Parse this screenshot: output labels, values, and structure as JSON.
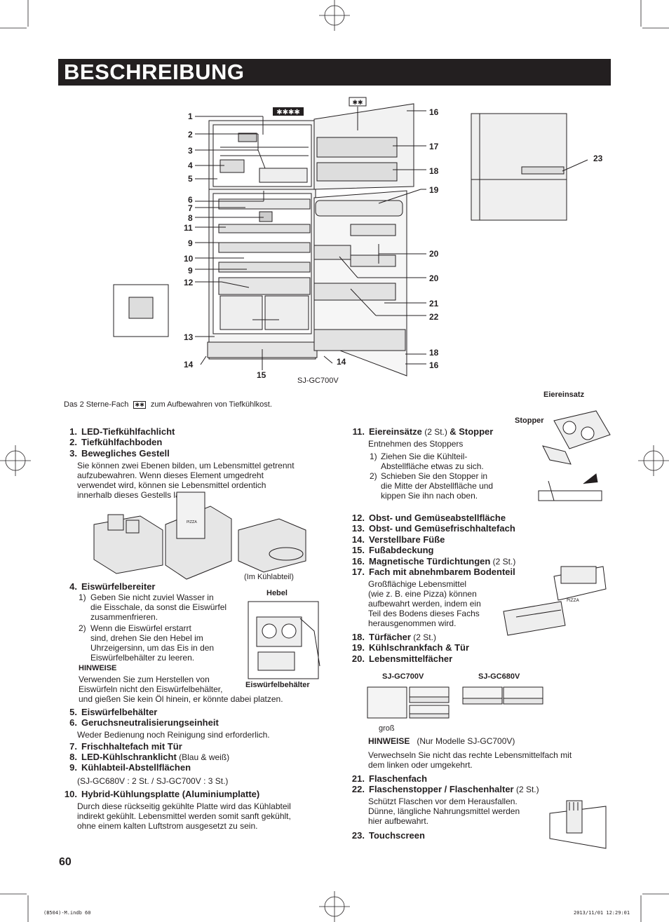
{
  "title": "BESCHREIBUNG",
  "model_caption": "SJ-GC700V",
  "diagram_callouts": [
    "1",
    "2",
    "3",
    "4",
    "5",
    "6",
    "7",
    "8",
    "11",
    "9",
    "10",
    "9",
    "12",
    "13",
    "14",
    "15",
    "14",
    "16",
    "17",
    "18",
    "19",
    "20",
    "20",
    "21",
    "22",
    "18",
    "16",
    "23"
  ],
  "two_star_note": {
    "before": "Das 2 Sterne-Fach",
    "after": "zum Aufbewahren von Tiefkühlkost."
  },
  "left_items": [
    {
      "n": "1.",
      "label": "LED-Tiefkühlfachlicht"
    },
    {
      "n": "2.",
      "label": "Tiefkühlfachboden"
    },
    {
      "n": "3.",
      "label": "Bewegliches Gestell"
    }
  ],
  "item3_text": [
    "Sie können zwei Ebenen bilden, um Lebensmittel getrennt",
    "aufzubewahren. Wenn dieses Element umgedreht",
    "verwendet wird, können sie Lebensmittel ordentich",
    "innerhalb dieses Gestells lagern."
  ],
  "im_kuehlabteil": "(Im Kühlabteil)",
  "item4": {
    "n": "4.",
    "label": "Eiswürfelbereiter"
  },
  "item4_steps": [
    {
      "n": "1)",
      "lines": [
        "Geben Sie nicht zuviel Wasser in",
        "die Eisschale, da sonst die Eiswürfel",
        "zusammenfrieren."
      ]
    },
    {
      "n": "2)",
      "lines": [
        "Wenn die Eiswürfel erstarrt",
        "sind, drehen Sie den Hebel im",
        "Uhrzeigersinn, um das Eis in den",
        "Eiswürfelbehälter zu leeren."
      ]
    }
  ],
  "hinweise": "HINWEISE",
  "item4_note": [
    "Verwenden Sie zum Herstellen von",
    "Eiswürfeln nicht den Eiswürfelbehälter,",
    "und gießen Sie kein Öl hinein, er könnte dabei platzen."
  ],
  "hebel": "Hebel",
  "eiswuerfelbehaelter": "Eiswürfelbehälter",
  "items_5_9": [
    {
      "n": "5.",
      "label": "Eiswürfelbehälter",
      "suffix": ""
    },
    {
      "n": "6.",
      "label": "Geruchsneutralisierungseinheit",
      "suffix": ""
    },
    {
      "n": "7.",
      "label": "Frischhaltefach mit Tür",
      "suffix": ""
    },
    {
      "n": "8.",
      "label": "LED-Kühlschranklicht",
      "suffix": " (Blau & weiß)"
    },
    {
      "n": "9.",
      "label": "Kühlabteil-Abstellflächen",
      "suffix": ""
    }
  ],
  "item6_text": "Weder Bedienung noch Reinigung sind erforderlich.",
  "item9_text": "(SJ-GC680V : 2 St. / SJ-GC700V : 3 St.)",
  "item10": {
    "n": "10.",
    "label": "Hybrid-Kühlungsplatte (Aluminiumplatte)"
  },
  "item10_text": [
    "Durch diese rückseitig gekühlte Platte wird das Kühlabteil",
    "indirekt gekühlt. Lebensmittel werden somit sanft gekühlt,",
    "ohne einem kalten Luftstrom ausgesetzt zu sein."
  ],
  "item11": {
    "n": "11.",
    "label": "Eiereinsätze",
    "mid": " (2 St.) ",
    "label2": "& Stopper"
  },
  "item11_sub": "Entnehmen des Stoppers",
  "item11_steps": [
    {
      "n": "1)",
      "lines": [
        "Ziehen Sie die Kühlteil-",
        "Abstellfläche etwas zu sich."
      ]
    },
    {
      "n": "2)",
      "lines": [
        "Schieben Sie den Stopper in",
        "die Mitte der Abstellfläche und",
        "kippen Sie ihn nach oben."
      ]
    }
  ],
  "eiereinsatz": "Eiereinsatz",
  "stopper": "Stopper",
  "items_12_17": [
    {
      "n": "12.",
      "label": "Obst- und Gemüseabstellfläche",
      "suffix": ""
    },
    {
      "n": "13.",
      "label": "Obst- und Gemüsefrischhaltefach",
      "suffix": ""
    },
    {
      "n": "14.",
      "label": "Verstellbare Füße",
      "suffix": ""
    },
    {
      "n": "15.",
      "label": "Fußabdeckung",
      "suffix": ""
    },
    {
      "n": "16.",
      "label": "Magnetische Türdichtungen",
      "suffix": " (2 St.)"
    },
    {
      "n": "17.",
      "label": "Fach mit abnehmbarem Bodenteil",
      "suffix": ""
    }
  ],
  "item17_text": [
    "Großflächige Lebensmittel",
    "(wie z. B. eine Pizza) können",
    "aufbewahrt werden, indem ein",
    "Teil des Bodens dieses Fachs",
    "herausgenommen wird."
  ],
  "pizza": "PIZZA",
  "items_18_20": [
    {
      "n": "18.",
      "label": "Türfächer",
      "suffix": " (2 St.)"
    },
    {
      "n": "19.",
      "label": "Kühlschrankfach & Tür",
      "suffix": ""
    },
    {
      "n": "20.",
      "label": "Lebensmittelfächer",
      "suffix": ""
    }
  ],
  "model_700": "SJ-GC700V",
  "model_680": "SJ-GC680V",
  "gross": "groß",
  "hinweise2_note": "(Nur Modelle SJ-GC700V)",
  "item20_text": [
    "Verwechseln Sie nicht das rechte Lebensmittelfach mit",
    "dem linken oder umgekehrt."
  ],
  "items_21_22": [
    {
      "n": "21.",
      "label": "Flaschenfach",
      "suffix": ""
    },
    {
      "n": "22.",
      "label": "Flaschenstopper / Flaschenhalter",
      "suffix": " (2 St.)"
    }
  ],
  "item22_text": [
    "Schützt Flaschen vor dem Herausfallen.",
    "Dünne, längliche Nahrungsmittel werden",
    "hier aufbewahrt."
  ],
  "item23": {
    "n": "23.",
    "label": "Touchscreen"
  },
  "page_number": "60",
  "footer_left": "(B504)-M.indb   60",
  "footer_right": "2013/11/01   12:29:01"
}
